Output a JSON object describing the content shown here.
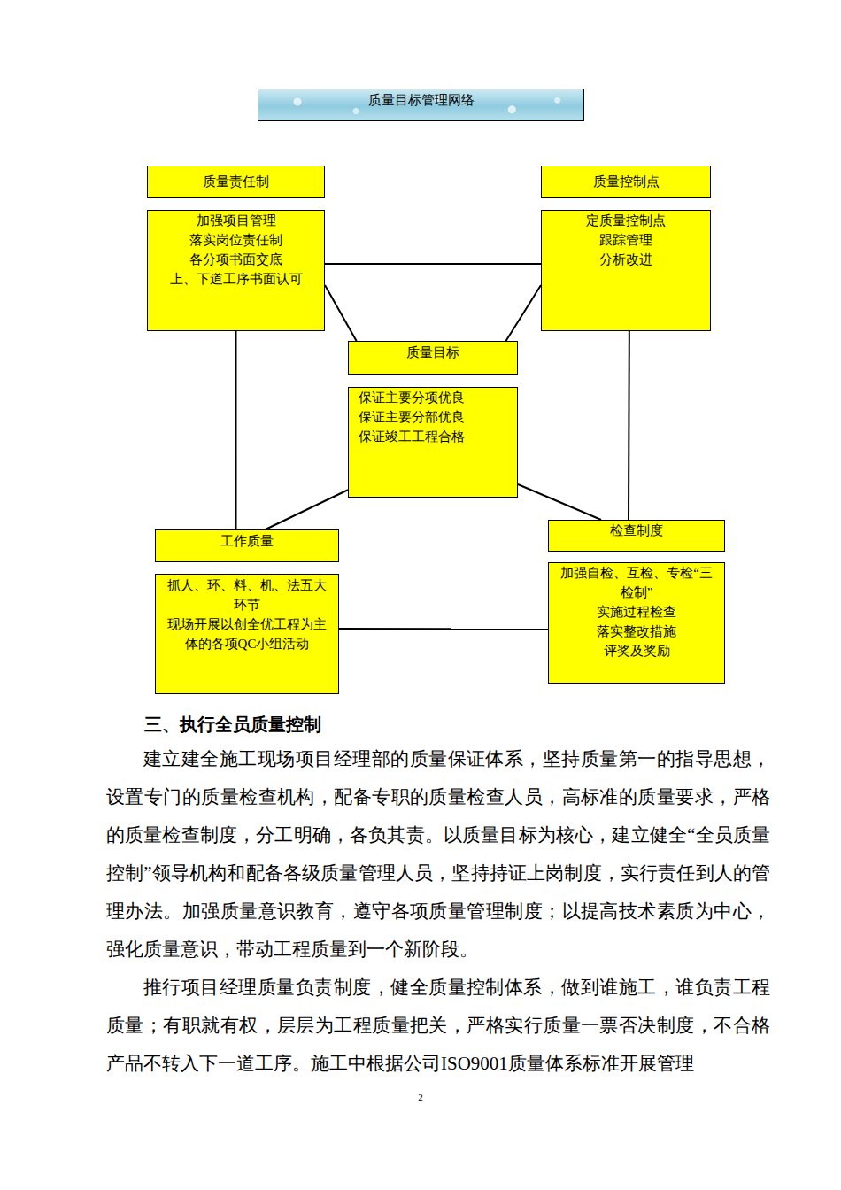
{
  "diagram": {
    "title": "质量目标管理网络",
    "nodes": [
      {
        "text": [
          "质量责任制"
        ]
      },
      {
        "text": [
          "质量控制点"
        ]
      },
      {
        "text": [
          "加强项目管理 落实岗位责任制 各分项书面交底 上、下道工序书面认可"
        ]
      },
      {
        "text": [
          "定质量控制点 跟踪管理 分析改进"
        ]
      },
      {
        "text": [
          "质量目标"
        ]
      },
      {
        "text": [
          "保证主要分项优良 保证主要分部优良 保证竣工工程合格"
        ]
      },
      {
        "text": [
          "工作质量"
        ]
      },
      {
        "text": [
          "检查制度"
        ]
      },
      {
        "text": [
          "抓人、环、料、机、法五大环节 现场开展以创全优工程为主体的各项QC小组活动"
        ]
      },
      {
        "text": [
          "加强自检、互检、专检“三检制” 实施过程检查 落实整改措施 评奖及奖励"
        ]
      }
    ],
    "edges": [
      {
        "from": 2,
        "to": 3,
        "arrow": "none"
      },
      {
        "from": 2,
        "to": 4,
        "arrow": "none"
      },
      {
        "from": 3,
        "to": 4,
        "arrow": "none"
      },
      {
        "from": 2,
        "to": 6,
        "arrow": "none"
      },
      {
        "from": 3,
        "to": 7,
        "arrow": "none"
      },
      {
        "from": 5,
        "to": 6,
        "arrow": "none"
      },
      {
        "from": 5,
        "to": 7,
        "arrow": "none"
      },
      {
        "from": 8,
        "to": 9,
        "arrow": "none"
      }
    ],
    "labels": [
      "三、执行全员质量控制",
      "建立建全施工现场项目经理部的质量保证体系，坚持质量第一的指导思想，设置专门的质量检查机构，配备专职的质量检查人员，高标准的质量要求，严格的质量检查制度，分工明确，各负其责。以质量目标为核心，建立健全“全员质量控制”领导机构和配备各级质量管理人员，坚持持证上岗制度，实行责任到人的管理办法。加强质量意识教育，遵守各项质量管理制度；以提高技术素质为中心，强化质量意识，带动工程质量到一个新阶段。",
      "推行项目经理质量负责制度，健全质量控制体系，做到谁施工，谁负责工程质量；有职就有权，层层为工程质量把关，严格实行质量一票否决制度，不合格产品不转入下一道工序。施工中根据公司ISO9001质量体系标准开展管理",
      "2"
    ]
  }
}
